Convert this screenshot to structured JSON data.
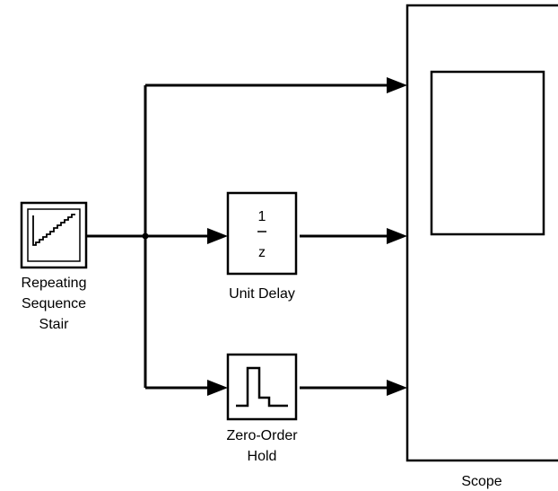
{
  "blocks": {
    "repeating_sequence_stair": {
      "label_lines": [
        "Repeating",
        "Sequence",
        "Stair"
      ]
    },
    "unit_delay": {
      "numerator": "1",
      "denominator": "z",
      "label": "Unit Delay"
    },
    "zero_order_hold": {
      "label_lines": [
        "Zero-Order",
        "Hold"
      ]
    },
    "scope": {
      "label": "Scope"
    }
  }
}
